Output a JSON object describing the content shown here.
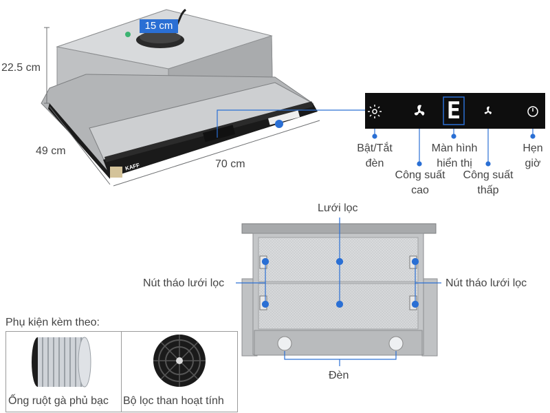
{
  "dimensions": {
    "height": "22.5 cm",
    "depth": "49 cm",
    "width": "70 cm",
    "duct": "15 cm"
  },
  "controls": {
    "light": "Bật/Tắt đèn",
    "high_power": "Công suất cao",
    "display": "Màn hình hiển thị",
    "low_power": "Công suất thấp",
    "timer": "Hẹn giờ",
    "display_digit": "E"
  },
  "filter_view": {
    "filter": "Lưới lọc",
    "release_left": "Nút tháo lưới lọc",
    "release_right": "Nút tháo lưới lọc",
    "lights": "Đèn"
  },
  "accessories": {
    "title": "Phụ kiện kèm theo:",
    "items": [
      "Ống ruột gà phủ bạc",
      "Bộ lọc than hoạt tính"
    ]
  },
  "brand": "KAFF",
  "colors": {
    "accent": "#2a6fd4",
    "steel": "#b9bbbd",
    "panel": "#0e0e0e"
  }
}
